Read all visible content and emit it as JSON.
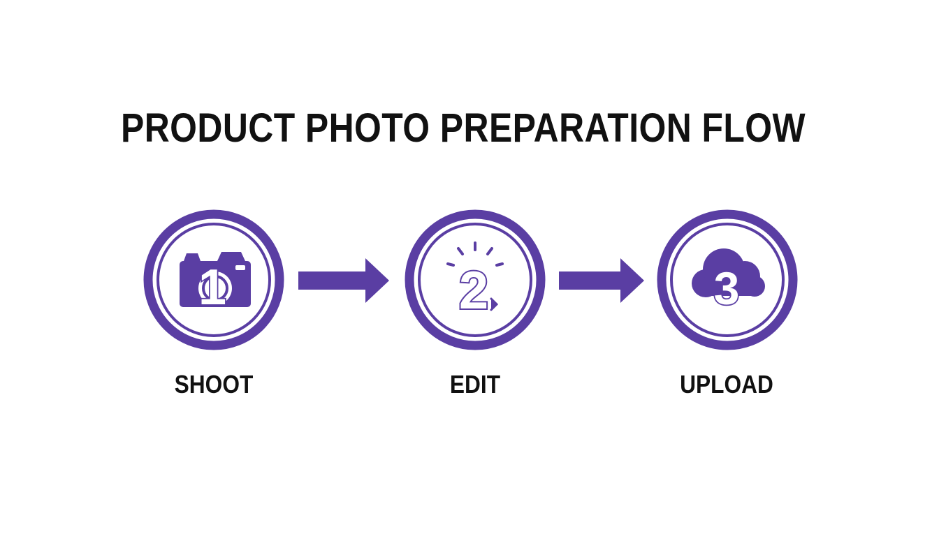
{
  "diagram": {
    "title": "PRODUCT PHOTO PREPARATION FLOW",
    "accent_color": "#5a3ea3",
    "steps": [
      {
        "number": "1",
        "label": "SHOOT",
        "icon": "camera-icon"
      },
      {
        "number": "2",
        "label": "EDIT",
        "icon": "sparkle-edit-icon"
      },
      {
        "number": "3",
        "label": "UPLOAD",
        "icon": "cloud-icon"
      }
    ]
  }
}
